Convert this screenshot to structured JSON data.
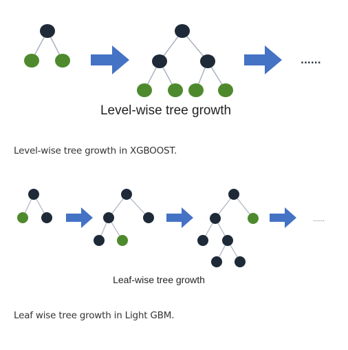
{
  "level_wise": {
    "title": "Level-wise tree growth",
    "caption": "Level-wise tree growth in XGBOOST.",
    "continuation": "......"
  },
  "leaf_wise": {
    "title": "Leaf-wise tree growth",
    "caption": "Leaf wise tree growth in Light GBM.",
    "continuation": "......"
  },
  "colors": {
    "internal_node": "#1e2a38",
    "leaf_node": "#4e8a2d",
    "edge": "#aab2bd",
    "arrow": "#4472c4"
  }
}
